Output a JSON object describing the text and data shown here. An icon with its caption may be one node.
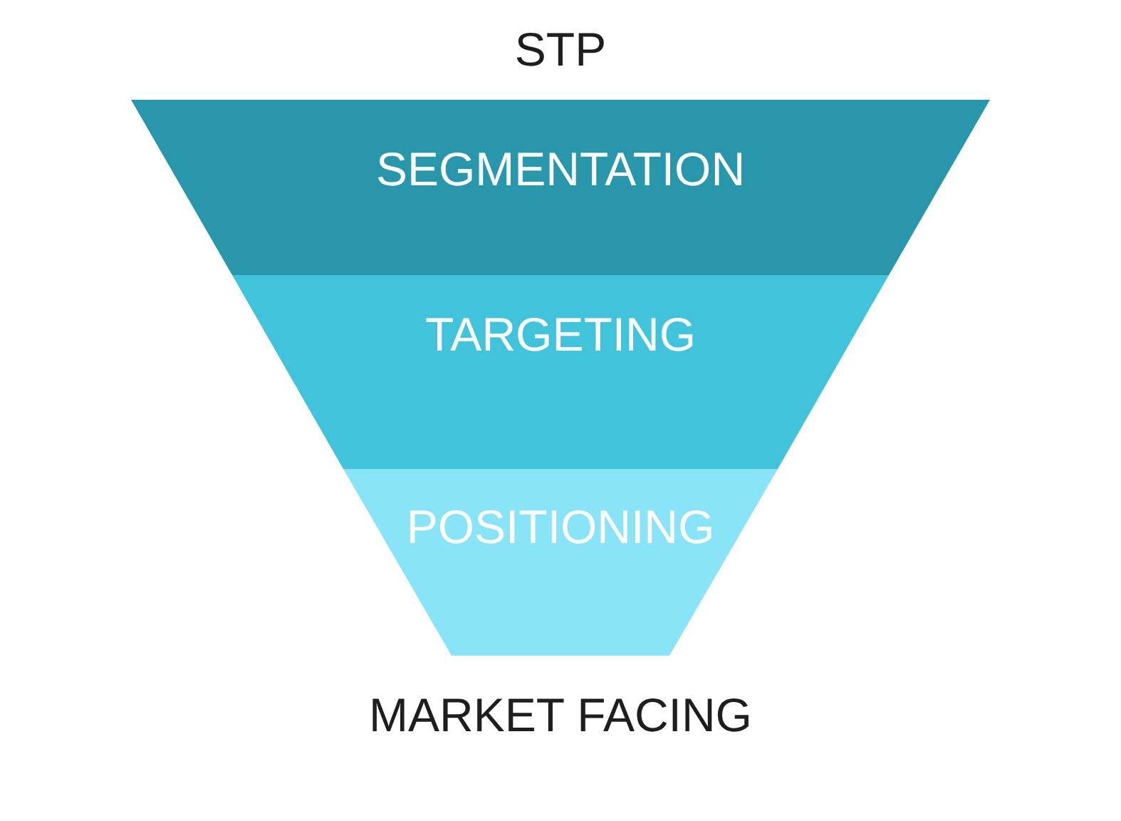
{
  "diagram": {
    "title": "STP",
    "nodes": [
      {
        "text": [
          "SEGMENTATION"
        ]
      },
      {
        "text": [
          "TARGETING"
        ]
      },
      {
        "text": [
          "POSITIONING"
        ]
      }
    ],
    "labels": [
      "MARKET FACING"
    ]
  }
}
